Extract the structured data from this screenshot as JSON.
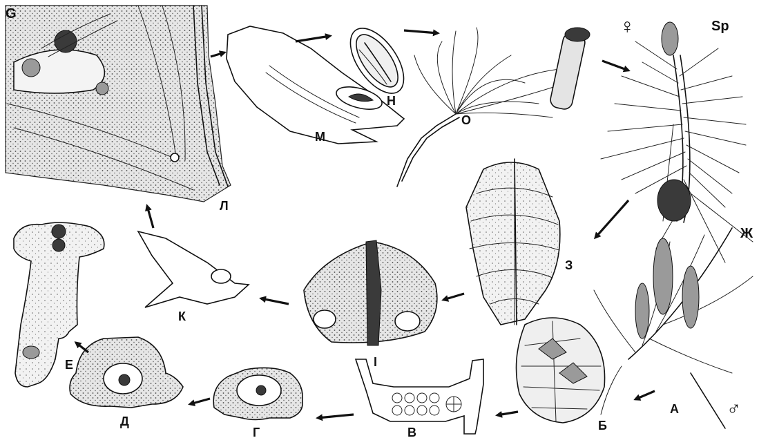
{
  "labels": {
    "G": "G",
    "L": "Л",
    "M": "М",
    "N": "Н",
    "O": "О",
    "female": "♀",
    "Sp": "Sp",
    "Zh": "Ж",
    "Z": "З",
    "I": "І",
    "K": "К",
    "E": "Е",
    "D": "Д",
    "G_cyr": "Г",
    "V": "В",
    "B": "Б",
    "A": "А",
    "male": "♂"
  }
}
